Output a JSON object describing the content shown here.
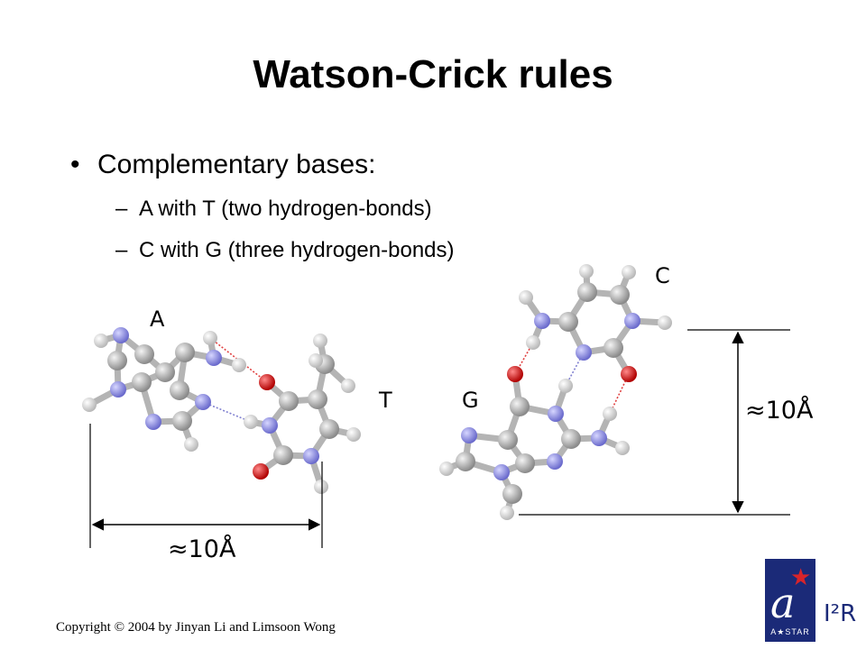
{
  "title": "Watson-Crick rules",
  "bullet": {
    "marker": "•",
    "text": "Complementary bases:"
  },
  "sub_items": [
    {
      "marker": "–",
      "text": "A with T (two hydrogen-bonds)"
    },
    {
      "marker": "–",
      "text": "C with G (three hydrogen-bonds)"
    }
  ],
  "labels": {
    "a": "A",
    "t": "T",
    "c": "C",
    "g": "G"
  },
  "measurements": {
    "horizontal": "≈10Å",
    "vertical": "≈10Å"
  },
  "copyright": "Copyright © 2004 by Jinyan Li and Limsoon Wong",
  "logo": {
    "mark": "a",
    "star": "★",
    "text": "A★STAR",
    "i2r": "I²R"
  },
  "colors": {
    "carbon": "#a8a8a8",
    "nitrogen": "#8e8ee6",
    "oxygen": "#d81c1c",
    "hydrogen": "#e6e6e6",
    "hbond_red": "#e04040",
    "hbond_blue": "#8080d0",
    "logo_blue": "#1b2a78",
    "logo_star": "#d8242a"
  }
}
